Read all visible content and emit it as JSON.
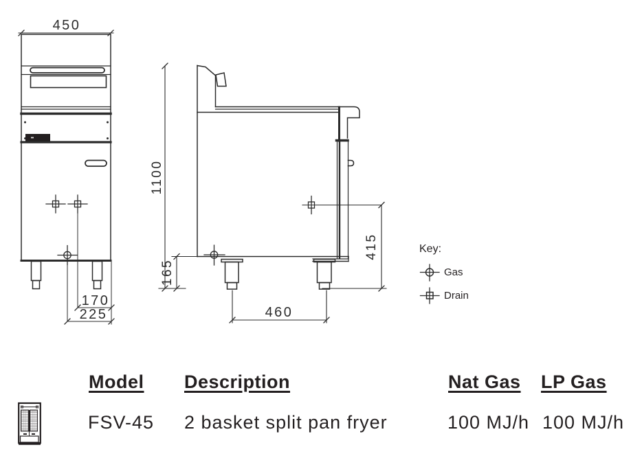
{
  "page": {
    "background": "#ffffff",
    "line_color": "#2b2b2b",
    "text_color": "#231f20"
  },
  "drawing": {
    "dimensions": {
      "width_top": "450",
      "overall_height": "1100",
      "gas_inlet_height": "165",
      "drain_height": "415",
      "leg_spacing": "460",
      "drain_offset": "170",
      "gas_offset": "225"
    },
    "key": {
      "title": "Key:",
      "items": [
        {
          "id": "gas",
          "symbol": "gas-symbol",
          "label": "Gas"
        },
        {
          "id": "drain",
          "symbol": "drain-symbol",
          "label": "Drain"
        }
      ]
    }
  },
  "table": {
    "headers": {
      "model": "Model",
      "description": "Description",
      "nat_gas": "Nat Gas",
      "lp_gas": "LP Gas"
    },
    "rows": [
      {
        "model": "FSV-45",
        "description": "2 basket split pan fryer",
        "nat_gas": "100 MJ/h",
        "lp_gas": "100 MJ/h"
      }
    ]
  }
}
